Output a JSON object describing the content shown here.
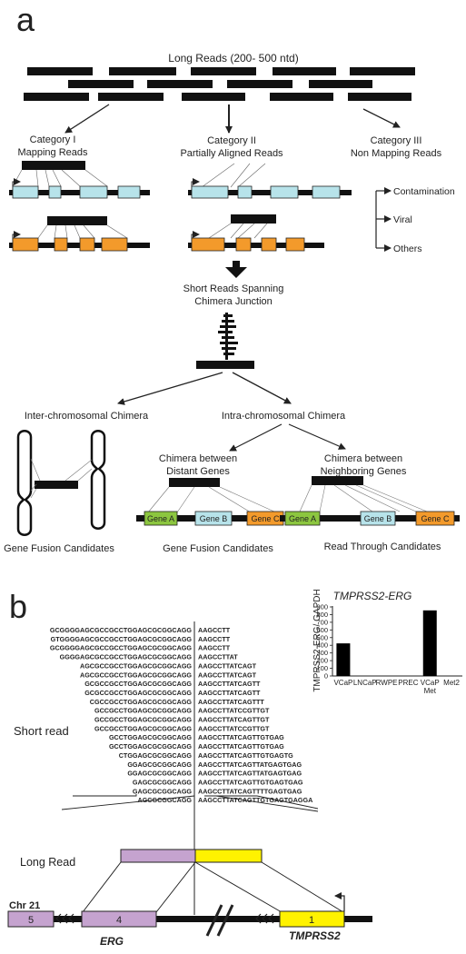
{
  "panel_a": {
    "letter": "a",
    "long_reads_title": "Long Reads (200- 500 ntd)",
    "cat1_line1": "Category I",
    "cat1_line2": "Mapping Reads",
    "cat2_line1": "Category II",
    "cat2_line2": "Partially Aligned Reads",
    "cat3_line1": "Category III",
    "cat3_line2": "Non Mapping Reads",
    "branches": [
      "Contamination",
      "Viral",
      "Others"
    ],
    "short_reads_line1": "Short Reads Spanning",
    "short_reads_line2": "Chimera Junction",
    "inter_label": "Inter-chromosomal Chimera",
    "intra_label": "Intra-chromosomal Chimera",
    "distant_line1": "Chimera between",
    "distant_line2": "Distant Genes",
    "neighbor_line1": "Chimera between",
    "neighbor_line2": "Neighboring Genes",
    "gene_a": "Gene A",
    "gene_b": "Gene B",
    "gene_c": "Gene C",
    "caption_left": "Gene Fusion Candidates",
    "caption_middle": "Gene Fusion Candidates",
    "caption_right": "Read Through Candidates",
    "colors": {
      "light_blue": "#b7e3ea",
      "orange": "#f39a2b",
      "green": "#8cc63f",
      "purple": "#c5a3cf",
      "yellow": "#fff200"
    }
  },
  "panel_b": {
    "letter": "b",
    "short_read_label": "Short read",
    "long_read_label": "Long Read",
    "chr_label": "Chr 21",
    "erg_label": "ERG",
    "tmprss2_label": "TMPRSS2",
    "exon_5": "5",
    "exon_4": "4",
    "exon_1": "1",
    "reads": [
      {
        "left": "GCGGGGAGCGCCGCCTGGAGCGCGGCAGG",
        "right": "AAGCCTT"
      },
      {
        "left": "GTGGGGAGCGCCGCCTGGAGCGCGGCAGG",
        "right": "AAGCCTT"
      },
      {
        "left": "GCGGGGAGCGCCGCCTGGAGCGCGGCAGG",
        "right": "AAGCCTT"
      },
      {
        "left": "GGGGAGCGCCGCCTGGAGCGCGGCAGG",
        "right": "AAGCCTTAT"
      },
      {
        "left": "AGCGCCGCCTGGAGCGCGGCAGG",
        "right": "AAGCCTTATCAGT"
      },
      {
        "left": "AGCGCCGCCTGGAGCGCGGCAGG",
        "right": "AAGCCTTATCAGT"
      },
      {
        "left": "GCGCCGCCTGGAGCGCGGCAGG",
        "right": "AAGCCTTATCAGTT"
      },
      {
        "left": "GCGCCGCCTGGAGCGCGGCAGG",
        "right": "AAGCCTTATCAGTT"
      },
      {
        "left": "CGCCGCCTGGAGCGCGGCAGG",
        "right": "AAGCCTTATCAGTTT"
      },
      {
        "left": "GCCGCCTGGAGCGCGGCAGG",
        "right": "AAGCCTTATCCGTTGT"
      },
      {
        "left": "GCCGCCTGGAGCGCGGCAGG",
        "right": "AAGCCTTATCAGTTGT"
      },
      {
        "left": "GCCGCCTGGAGCGCGGCAGG",
        "right": "AAGCCTTATCCGTTGT"
      },
      {
        "left": "GCCTGGAGCGCGGCAGG",
        "right": "AAGCCTTATCAGTTGTGAG"
      },
      {
        "left": "GCCTGGAGCGCGGCAGG",
        "right": "AAGCCTTATCAGTTGTGAG"
      },
      {
        "left": "CTGGAGCGCGGCAGG",
        "right": "AAGCCTTATCAGTTGTGAGTG"
      },
      {
        "left": "GGAGCGCGGCAGG",
        "right": "AAGCCTTATCAGTTATGAGTGAG"
      },
      {
        "left": "GGAGCGCGGCAGG",
        "right": "AAGCCTTATCAGTTATGAGTGAG"
      },
      {
        "left": "GAGCGCGGCAGG",
        "right": "AAGCCTTATCAGTTGTGAGTGAG"
      },
      {
        "left": "GAGCGCGGCAGG",
        "right": "AAGCCTTATCAGTTTTGAGTGAG"
      },
      {
        "left": "AGCGCGGCAGG",
        "right": "AAGCCTTATCAGTTGTGAGTGAGGA"
      }
    ]
  },
  "chart_data": {
    "type": "bar",
    "title": "TMPRSS2-ERG",
    "ylabel": "TMPRSS2-ERG/ GAPDH",
    "xlabel": "",
    "ylim": [
      0,
      900
    ],
    "yticks": [
      0,
      100,
      200,
      300,
      400,
      500,
      600,
      700,
      800,
      900
    ],
    "categories": [
      "VCaP",
      "LNCaP",
      "RWPE",
      "PREC",
      "VCaP Met",
      "Met2"
    ],
    "category_lines": [
      [
        "VCaP"
      ],
      [
        "LNCaP"
      ],
      [
        "RWPE"
      ],
      [
        "PREC"
      ],
      [
        "VCaP",
        "Met"
      ],
      [
        "Met2"
      ]
    ],
    "values": [
      425,
      0,
      0,
      0,
      855,
      0
    ],
    "bar_color": "#000000"
  }
}
